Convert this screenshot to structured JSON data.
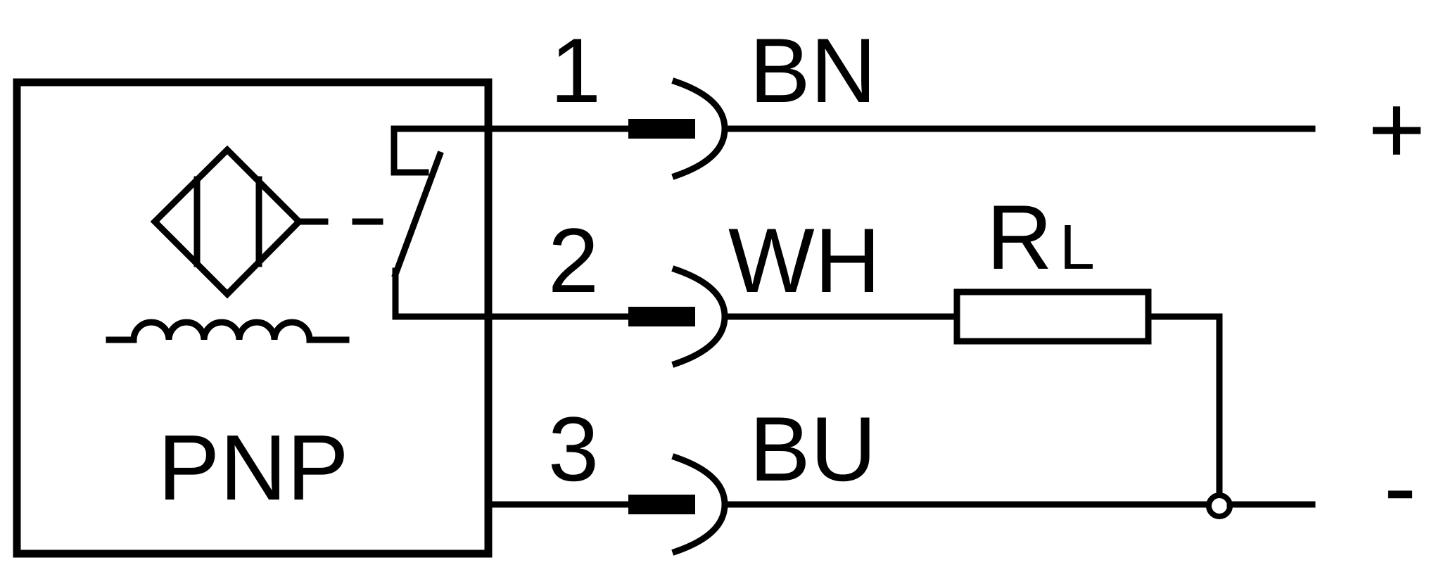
{
  "sensor": {
    "output_type": "PNP",
    "symbols": [
      "inductive-sensor-icon",
      "coil-icon",
      "switch-contact-icon"
    ]
  },
  "wires": [
    {
      "pin": "1",
      "color_code": "BN"
    },
    {
      "pin": "2",
      "color_code": "WH"
    },
    {
      "pin": "3",
      "color_code": "BU"
    }
  ],
  "load": {
    "main": "R",
    "subscript": "L"
  },
  "supply": {
    "positive": "+",
    "negative": "-"
  },
  "colors": {
    "line": "#000000",
    "background": "#ffffff"
  }
}
